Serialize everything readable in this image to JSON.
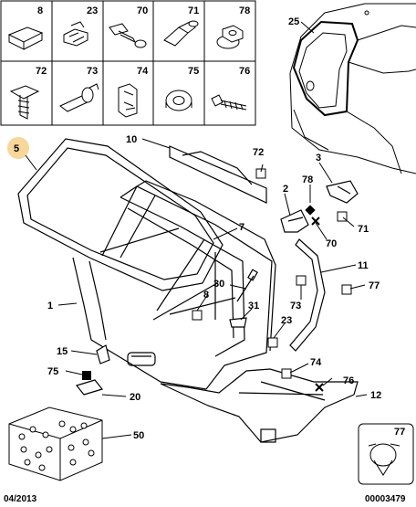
{
  "legend": {
    "row1": [
      "8",
      "23",
      "70",
      "71",
      "78"
    ],
    "row2": [
      "72",
      "73",
      "74",
      "75",
      "76"
    ]
  },
  "callouts": {
    "c25": "25",
    "c5": "5",
    "c10": "10",
    "c72": "72",
    "c3": "3",
    "c2": "2",
    "c78": "78",
    "c71": "71",
    "c7": "7",
    "c70": "70",
    "c11": "11",
    "c30": "30",
    "c8": "8",
    "c77": "77",
    "c73": "73",
    "c31": "31",
    "c1": "1",
    "c23": "23",
    "c15": "15",
    "c74": "74",
    "c75": "75",
    "c76": "76",
    "c20": "20",
    "c12": "12",
    "c50": "50"
  },
  "inset": {
    "label": "77"
  },
  "footer": {
    "date": "04/2013",
    "ref": "00003479"
  },
  "colors": {
    "highlight": "#f7d79a",
    "line": "#000000"
  }
}
